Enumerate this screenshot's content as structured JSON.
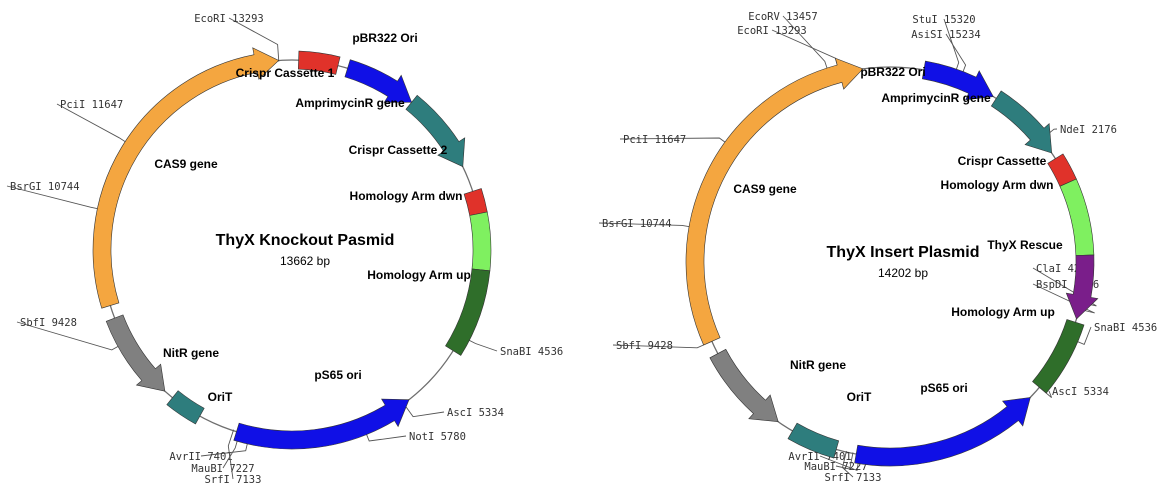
{
  "plasmids": [
    {
      "id": "knockout",
      "name": "ThyX Knockout Pasmid",
      "size_label": "13662 bp",
      "features": [
        {
          "label": "Crispr Cassette 1",
          "color": "#e0322a",
          "start": 2,
          "end": 14,
          "arrow": false
        },
        {
          "label": "pBR322 Ori",
          "color": "#1010e6",
          "start": 17,
          "end": 39,
          "arrow": true
        },
        {
          "label": "AmprimycinR gene",
          "color": "#2e7d7d",
          "start": 39,
          "end": 64,
          "arrow": true
        },
        {
          "label": "Crispr Cassette 2",
          "color": "#e0322a",
          "start": 72,
          "end": 79,
          "arrow": false
        },
        {
          "label": "Homology Arm dwn",
          "color": "#7ff060",
          "start": 79,
          "end": 96,
          "arrow": false
        },
        {
          "label": "Homology Arm up",
          "color": "#2f6e2a",
          "start": 96,
          "end": 122,
          "arrow": false
        },
        {
          "label": "pS65 ori",
          "color": "#1010e6",
          "start": 142,
          "end": 197,
          "arrow": true,
          "reverse": true
        },
        {
          "label": "OriT",
          "color": "#2e7d7d",
          "start": 209,
          "end": 219,
          "arrow": false
        },
        {
          "label": "NitR gene",
          "color": "#808080",
          "start": 222,
          "end": 249,
          "arrow": true,
          "reverse": true
        },
        {
          "label": "CAS9 gene",
          "color": "#f4a640",
          "start": 253,
          "end": 356,
          "arrow": true
        }
      ],
      "sites": [
        {
          "label": "EcoRI 13293"
        },
        {
          "label": "SnaBI 4536"
        },
        {
          "label": "AscI 5334"
        },
        {
          "label": "NotI 5780"
        },
        {
          "label": "AvrII 7401"
        },
        {
          "label": "MauBI 7227"
        },
        {
          "label": "SrfI 7133"
        },
        {
          "label": "SbfI 9428"
        },
        {
          "label": "BsrGI 10744"
        },
        {
          "label": "PciI 11647"
        }
      ]
    },
    {
      "id": "insert",
      "name": "ThyX Insert Plasmid",
      "size_label": "14202 bp",
      "features": [
        {
          "label": "pBR322 Ori",
          "color": "#1010e6",
          "start": 10,
          "end": 32,
          "arrow": true
        },
        {
          "label": "AmprimycinR gene",
          "color": "#2e7d7d",
          "start": 33,
          "end": 56,
          "arrow": true
        },
        {
          "label": "Crispr Cassette",
          "color": "#e0322a",
          "start": 58,
          "end": 66,
          "arrow": false
        },
        {
          "label": "Homology Arm dwn",
          "color": "#7ff060",
          "start": 66,
          "end": 88,
          "arrow": false
        },
        {
          "label": "ThyX Rescue",
          "color": "#7a1e8a",
          "start": 88,
          "end": 107,
          "arrow": true
        },
        {
          "label": "Homology Arm up",
          "color": "#2f6e2a",
          "start": 108,
          "end": 130,
          "arrow": false
        },
        {
          "label": "pS65 ori",
          "color": "#1010e6",
          "start": 134,
          "end": 190,
          "arrow": true,
          "reverse": true
        },
        {
          "label": "OriT",
          "color": "#2e7d7d",
          "start": 196,
          "end": 210,
          "arrow": false
        },
        {
          "label": "NitR gene",
          "color": "#808080",
          "start": 215,
          "end": 242,
          "arrow": true,
          "reverse": true
        },
        {
          "label": "CAS9 gene",
          "color": "#f4a640",
          "start": 246,
          "end": 352,
          "arrow": true
        }
      ],
      "sites": [
        {
          "label": "EcoRV 13457"
        },
        {
          "label": "EcoRI 13293"
        },
        {
          "label": "StuI 15320"
        },
        {
          "label": "AsiSI 15234"
        },
        {
          "label": "NdeI 2176"
        },
        {
          "label": "ClaI 4256"
        },
        {
          "label": "BspDI 4256"
        },
        {
          "label": "SnaBI 4536"
        },
        {
          "label": "AscI 5334"
        },
        {
          "label": "AvrII 7401"
        },
        {
          "label": "MauBI 7227"
        },
        {
          "label": "SrfI 7133"
        },
        {
          "label": "SbfI 9428"
        },
        {
          "label": "BsrGI 10744"
        },
        {
          "label": "PciI 11647"
        }
      ]
    }
  ]
}
